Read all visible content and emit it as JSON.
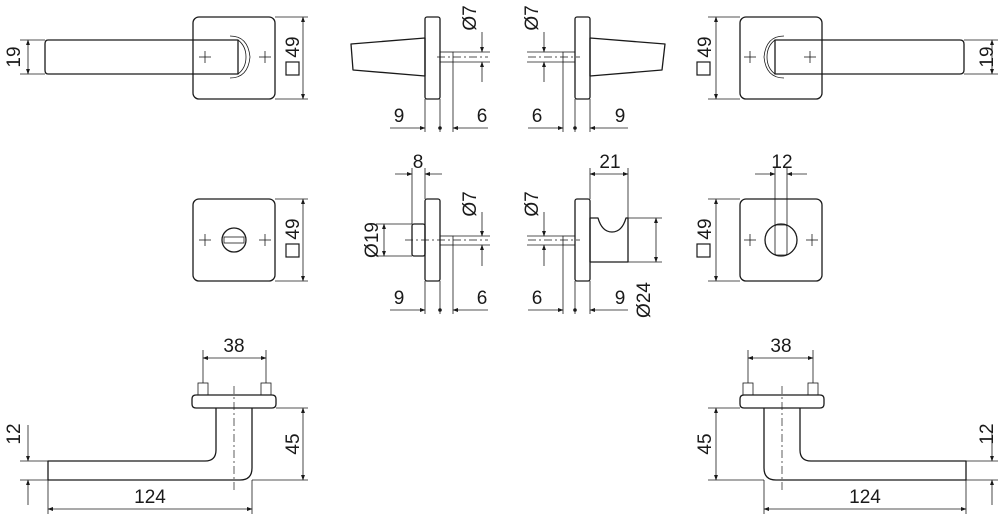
{
  "dims": {
    "front_left_rose_height": "19",
    "front_left_rose_square": "49",
    "side_left_spindle_dia": "Ø7",
    "side_left_dim_a": "9",
    "side_left_dim_b": "6",
    "side_right_spindle_dia": "Ø7",
    "side_right_dim_a": "6",
    "side_right_dim_b": "9",
    "front_right_rose_square": "49",
    "front_right_rose_height": "19",
    "wc_left_square": "49",
    "wc_side_left_width": "8",
    "wc_side_left_dia": "Ø19",
    "wc_side_left_spindle": "Ø7",
    "wc_side_left_dim_a": "9",
    "wc_side_left_dim_b": "6",
    "wc_side_right_width": "21",
    "wc_side_right_spindle": "Ø7",
    "wc_side_right_dim_a": "6",
    "wc_side_right_dim_b": "9",
    "wc_side_right_dia": "Ø24",
    "wc_right_square": "49",
    "wc_right_slot": "12",
    "top_left_rose_width": "38",
    "top_left_lever_thickness": "12",
    "top_left_height": "45",
    "top_left_length": "124",
    "top_right_rose_width": "38",
    "top_right_height": "45",
    "top_right_lever_thickness": "12",
    "top_right_length": "124"
  }
}
